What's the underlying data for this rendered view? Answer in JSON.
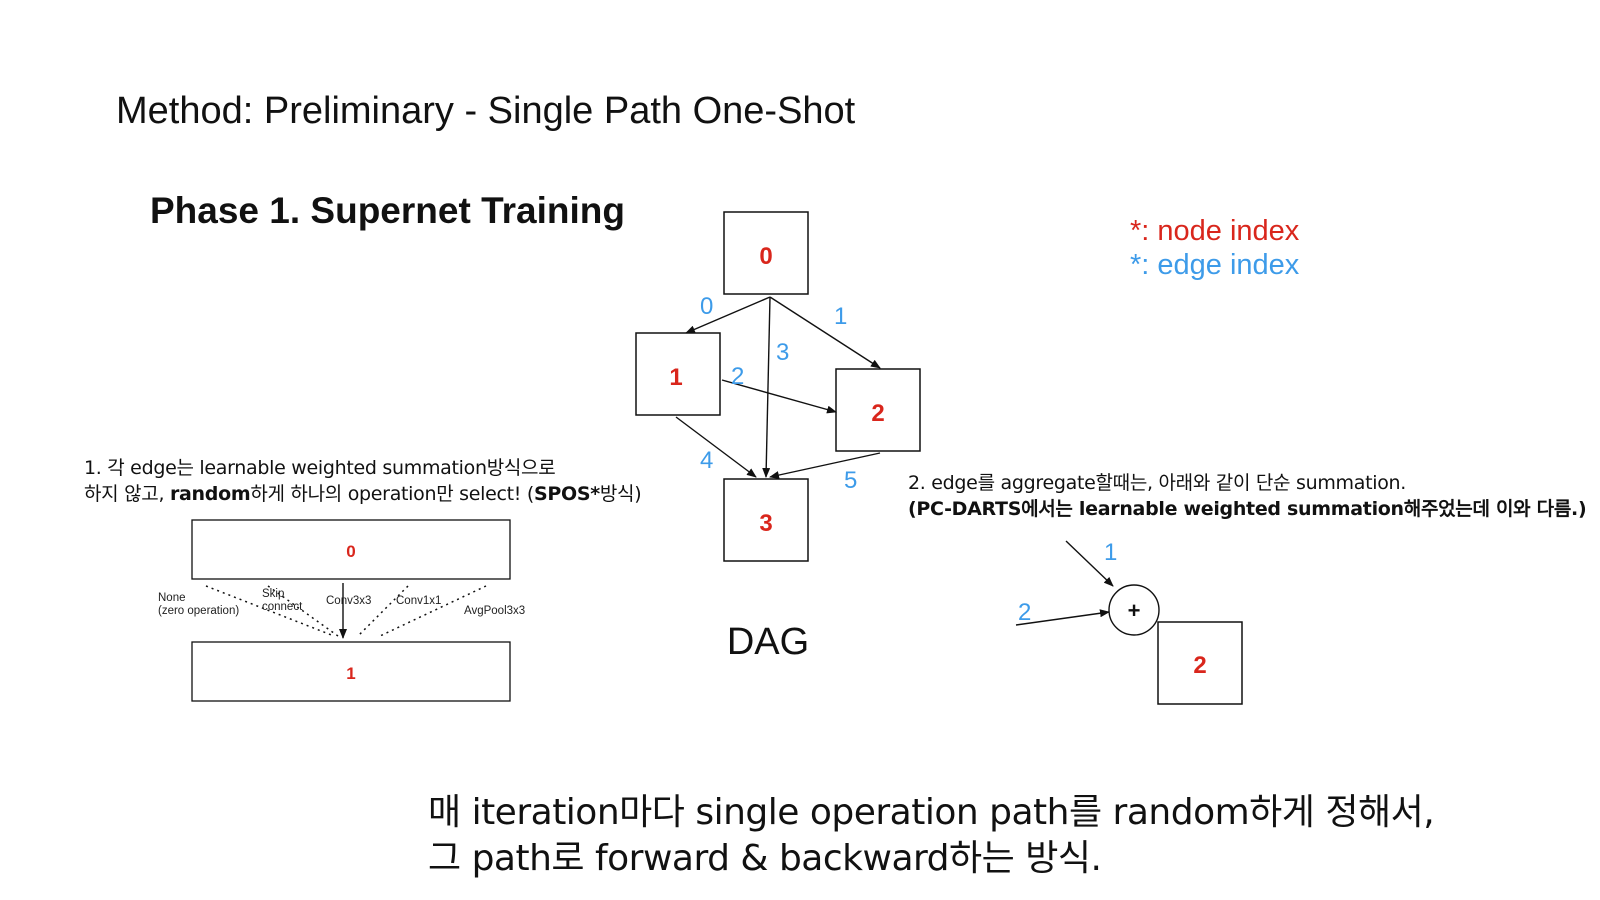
{
  "title": "Method: Preliminary - Single Path One-Shot",
  "phase_title": "Phase 1. Supernet Training",
  "legend": {
    "node_index": "*: node index",
    "edge_index": "*: edge index"
  },
  "dag": {
    "caption": "DAG",
    "nodes": [
      "0",
      "1",
      "2",
      "3"
    ],
    "edges": [
      "0",
      "1",
      "2",
      "3",
      "4",
      "5"
    ]
  },
  "note1": {
    "line1_a": "1. 각 edge는 learnable weighted summation방식으로",
    "line2_a": "하지 않고, ",
    "line2_bold1": "random",
    "line2_b": "하게 하나의 operation만 select! (",
    "line2_bold2": "SPOS*",
    "line2_c": "방식)"
  },
  "ops_diagram": {
    "top_node": "0",
    "bottom_node": "1",
    "ops": [
      "None",
      "(zero operation)",
      "Skip",
      "connect",
      "Conv3x3",
      "Conv1x1",
      "AvgPool3x3"
    ]
  },
  "note2": {
    "line1": "2. edge를 aggregate할때는, 아래와 같이 단순 summation.",
    "line2": "(PC-DARTS에서는 learnable weighted summation해주었는데 이와 다름.)"
  },
  "aggregate": {
    "edge_a": "1",
    "edge_b": "2",
    "plus": "+",
    "node": "2"
  },
  "bottom_text": {
    "line1": "매 iteration마다 single operation path를 random하게 정해서,",
    "line2": "그 path로 forward & backward하는 방식."
  },
  "colors": {
    "node": "#d9261c",
    "edge": "#3d9be9"
  }
}
